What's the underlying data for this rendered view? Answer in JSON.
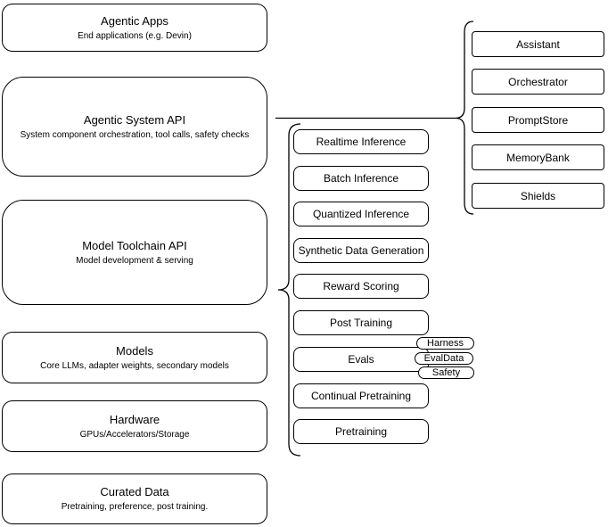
{
  "diagram": {
    "left_stack": [
      {
        "title": "Agentic Apps",
        "subtitle": "End applications (e.g. Devin)"
      },
      {
        "title": "Agentic System API",
        "subtitle": "System component orchestration, tool calls, safety checks"
      },
      {
        "title": "Model Toolchain API",
        "subtitle": "Model development & serving"
      },
      {
        "title": "Models",
        "subtitle": "Core LLMs, adapter weights, secondary models"
      },
      {
        "title": "Hardware",
        "subtitle": "GPUs/Accelerators/Storage"
      },
      {
        "title": "Curated Data",
        "subtitle": "Pretraining, preference, post training."
      }
    ],
    "toolchain_components": [
      "Realtime Inference",
      "Batch Inference",
      "Quantized Inference",
      "Synthetic Data Generation",
      "Reward Scoring",
      "Post Training",
      "Evals",
      "Continual Pretraining",
      "Pretraining"
    ],
    "eval_tags": [
      "Harness",
      "EvalData",
      "Safety"
    ],
    "system_components": [
      "Assistant",
      "Orchestrator",
      "PromptStore",
      "MemoryBank",
      "Shields"
    ],
    "colors": {
      "stroke": "#000000",
      "fill": "#ffffff",
      "text": "#000000",
      "background": "#ffffff"
    }
  }
}
